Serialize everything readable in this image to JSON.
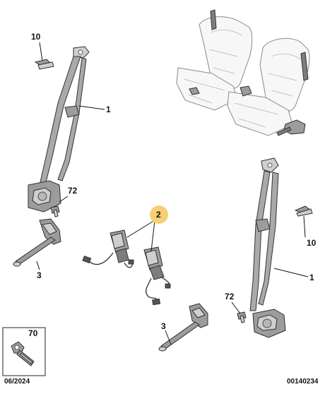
{
  "labels": {
    "belt_left": "1",
    "belt_right": "1",
    "buckle": "2",
    "anchor_left": "3",
    "anchor_right": "3",
    "guide_left": "10",
    "guide_right": "10",
    "bolt_left": "72",
    "bolt_right": "72",
    "inset_part": "70"
  },
  "footer": {
    "date": "06/2024",
    "reference": "00140234"
  },
  "colors": {
    "callout_highlight": "#f6cf74",
    "part_gray": "#9c9c9c",
    "line": "#111111"
  }
}
